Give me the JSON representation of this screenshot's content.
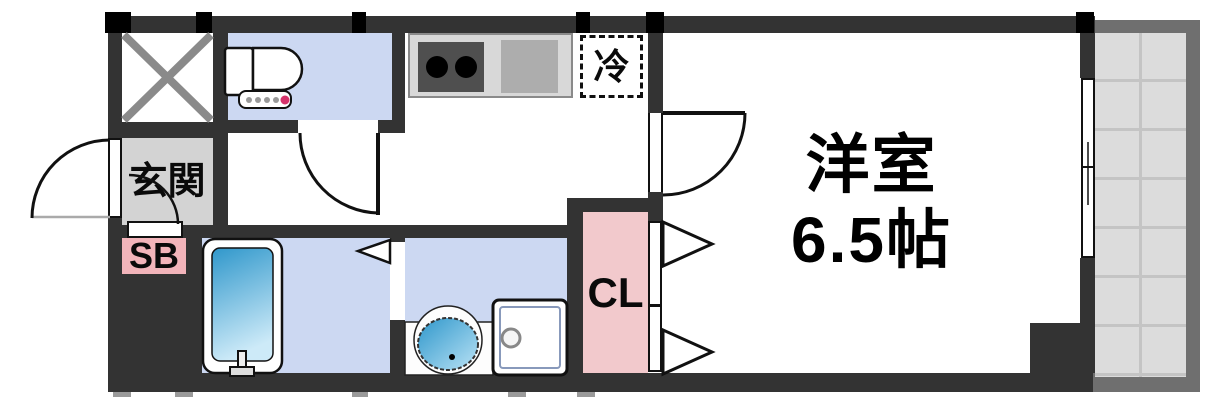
{
  "floorplan": {
    "type": "japanese-apartment-floor-plan",
    "labels": {
      "entrance": "玄関",
      "shoe_box": "SB",
      "closet": "CL",
      "refrigerator": "冷",
      "main_room_name": "洋室",
      "main_room_size": "6.5帖"
    },
    "rooms": [
      {
        "name": "western-room",
        "label": "洋室 6.5帖"
      },
      {
        "name": "entrance",
        "label": "玄関"
      },
      {
        "name": "toilet-room"
      },
      {
        "name": "kitchen"
      },
      {
        "name": "bathroom"
      },
      {
        "name": "washroom"
      },
      {
        "name": "closet",
        "label": "CL"
      },
      {
        "name": "shoe-box",
        "label": "SB"
      },
      {
        "name": "balcony"
      }
    ],
    "fixtures": [
      "elevator-shaft",
      "toilet",
      "kitchen-stove",
      "kitchen-sink",
      "refrigerator-space",
      "bathtub",
      "washbasin",
      "washing-machine-pan",
      "sliding-window",
      "folding-doors",
      "hinged-doors"
    ],
    "colors": {
      "wall": "#333333",
      "wet_area_blue": "#ccd8f2",
      "closet_pink": "#f2c9cc",
      "shoebox_pink": "#f2b4ba",
      "entrance_gray": "#d3d3d3",
      "balcony_tile": "#dcdcdc",
      "balcony_frame": "#6f6f6f",
      "tub_blue_top": "#2f97cb",
      "tub_blue_bottom": "#cdeaf8",
      "accent_dot_pink": "#d6336c",
      "counter_gray": "#d8d8d8",
      "stove_gray": "#4f4f4f"
    }
  }
}
